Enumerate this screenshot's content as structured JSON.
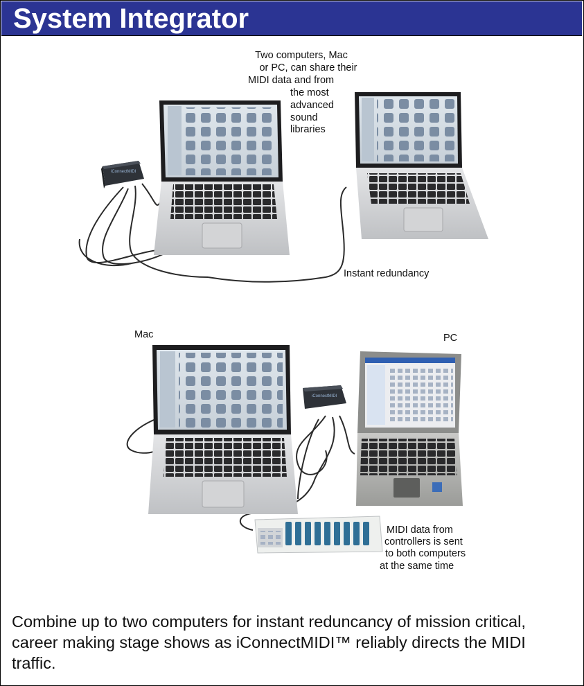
{
  "header": {
    "title": "System Integrator"
  },
  "top_scene": {
    "caption_share": [
      "Two computers, Mac",
      "or PC, can share their",
      "MIDI data and  from",
      "the most",
      "advanced",
      "sound",
      "libraries"
    ],
    "caption_redundancy": "Instant redundancy",
    "device_label": "iConnectMIDI"
  },
  "bottom_scene": {
    "label_mac": "Mac",
    "label_pc": "PC",
    "caption_controllers": [
      "MIDI data from",
      "controllers is sent",
      "to both computers",
      "at the same time"
    ],
    "device_label": "iConnectMIDI"
  },
  "body": {
    "paragraph": "Combine up to two computers for instant reduncancy of mission critical, career making stage shows as iConnectMIDI™ reliably directs the MIDI traffic."
  },
  "colors": {
    "header_bg": "#2b3493",
    "header_text": "#ffffff",
    "text": "#111111"
  }
}
